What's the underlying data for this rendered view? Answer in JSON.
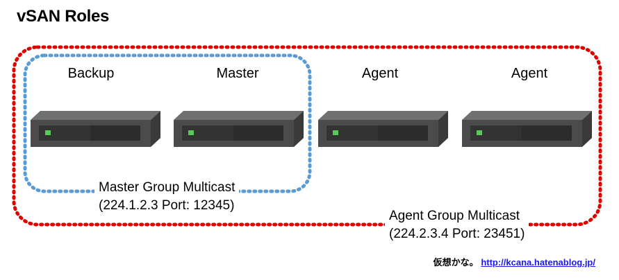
{
  "title": "vSAN Roles",
  "nodes": [
    {
      "label": "Backup"
    },
    {
      "label": "Master"
    },
    {
      "label": "Agent"
    },
    {
      "label": "Agent"
    }
  ],
  "groups": {
    "master": {
      "line1": "Master Group Multicast",
      "line2": "(224.1.2.3 Port: 12345)",
      "color": "#5b9bd5"
    },
    "agent": {
      "line1": "Agent Group Multicast",
      "line2": "(224.2.3.4 Port: 23451)",
      "color": "#e00000"
    }
  },
  "footer": {
    "text": "仮想かな。",
    "link": "http://kcana.hatenablog.jp/"
  },
  "colors": {
    "device_top": "#707070",
    "device_front": "#4b4b4b",
    "device_side": "#3a3a3a",
    "device_panel": "#333333",
    "led": "#5cc85c"
  }
}
